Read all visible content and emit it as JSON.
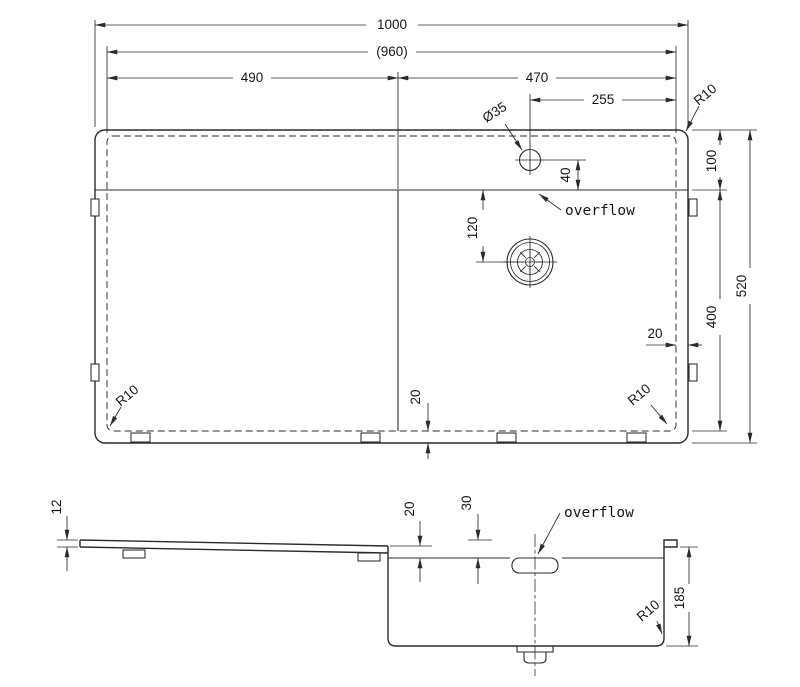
{
  "top_view": {
    "dims": {
      "overall_width": "1000",
      "inner_width": "(960)",
      "left_width": "490",
      "right_width": "470",
      "tap_offset": "255",
      "ledge_depth": "100",
      "bowl_depth_dim": "400",
      "overall_depth": "520",
      "drain_offset": "120",
      "tap_depth": "40",
      "edge_gap_right": "20",
      "edge_gap_bottom": "20"
    },
    "labels": {
      "tap_diameter": "Ø35",
      "overflow": "overflow",
      "r10_top_right": "R10",
      "r10_bottom_left": "R10",
      "r10_bottom_right": "R10"
    }
  },
  "side_view": {
    "dims": {
      "board_thickness": "12",
      "rim_step": "20",
      "overflow_depth": "30",
      "bowl_depth": "185"
    },
    "labels": {
      "overflow": "overflow",
      "r10": "R10"
    }
  }
}
